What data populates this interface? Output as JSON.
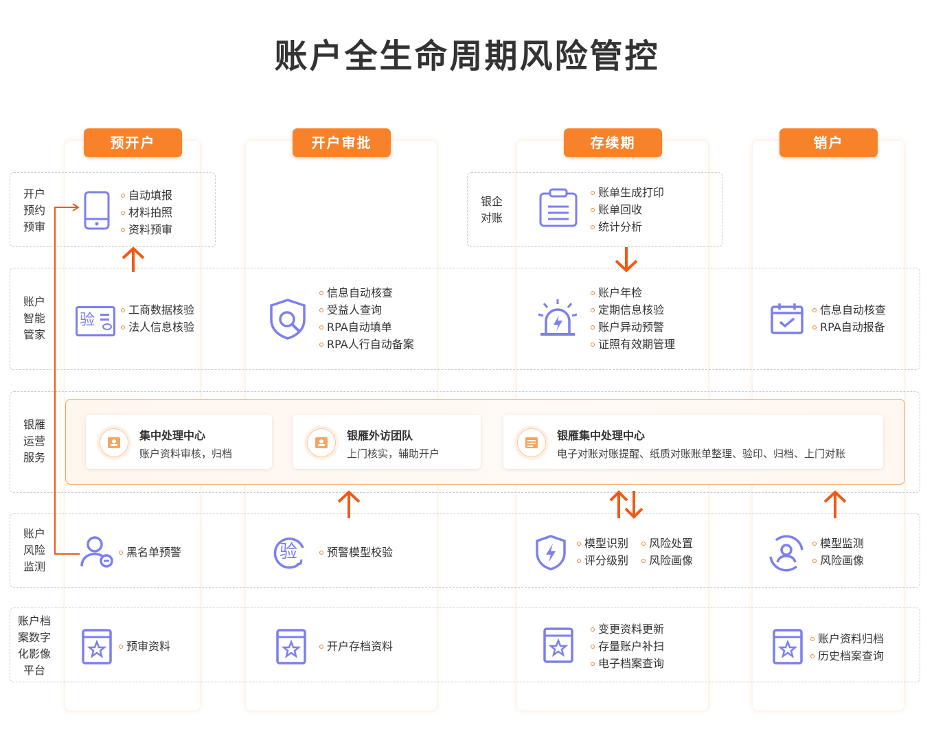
{
  "title": "账户全生命周期风险管控",
  "columns": [
    "预开户",
    "开户审批",
    "存续期",
    "销户"
  ],
  "rows": {
    "appointment": "开户\n预约\n预审",
    "smart": "账户\n智能\n管家",
    "ops": "银雁\n运营\n服务",
    "monitor": "账户\n风险\n监测",
    "archive": "账户档\n案数字\n化影像\n平台"
  },
  "bank_reconcile_label": "银企\n对账",
  "appointment_items": [
    "自动填报",
    "材料拍照",
    "资料预审"
  ],
  "reconcile_items": [
    "账单生成打印",
    "账单回收",
    "统计分析"
  ],
  "smart_items": {
    "pre": [
      "工商数据核验",
      "法人信息核验"
    ],
    "approval": [
      "信息自动核查",
      "受益人查询",
      "RPA自动填单",
      "RPA人行自动备案"
    ],
    "duration": [
      "账户年检",
      "定期信息核验",
      "账户异动预警",
      "证照有效期管理"
    ],
    "close": [
      "信息自动核查",
      "RPA自动报备"
    ]
  },
  "services": [
    {
      "title": "集中处理中心",
      "desc": "账户资料审核，归档"
    },
    {
      "title": "银雁外访团队",
      "desc": "上门核实，辅助开户"
    },
    {
      "title": "银雁集中处理中心",
      "desc": "电子对账对账提醒、纸质对账账单整理、验印、归档、上门对账"
    }
  ],
  "monitor_items": {
    "pre": [
      "黑名单预警"
    ],
    "approval": [
      "预警模型校验"
    ],
    "duration_a": [
      "模型识别",
      "评分级别"
    ],
    "duration_b": [
      "风险处置",
      "风险画像"
    ],
    "close": [
      "模型监测",
      "风险画像"
    ]
  },
  "archive_items": {
    "pre": [
      "预审资料"
    ],
    "approval": [
      "开户存档资料"
    ],
    "duration": [
      "变更资料更新",
      "存量账户补扫",
      "电子档案查询"
    ],
    "close": [
      "账户资料归档",
      "历史档案查询"
    ]
  },
  "icon_glyph": "验",
  "colors": {
    "accent": "#f7822a",
    "arrow": "#f05a14",
    "icon": "#7b7ff0"
  }
}
